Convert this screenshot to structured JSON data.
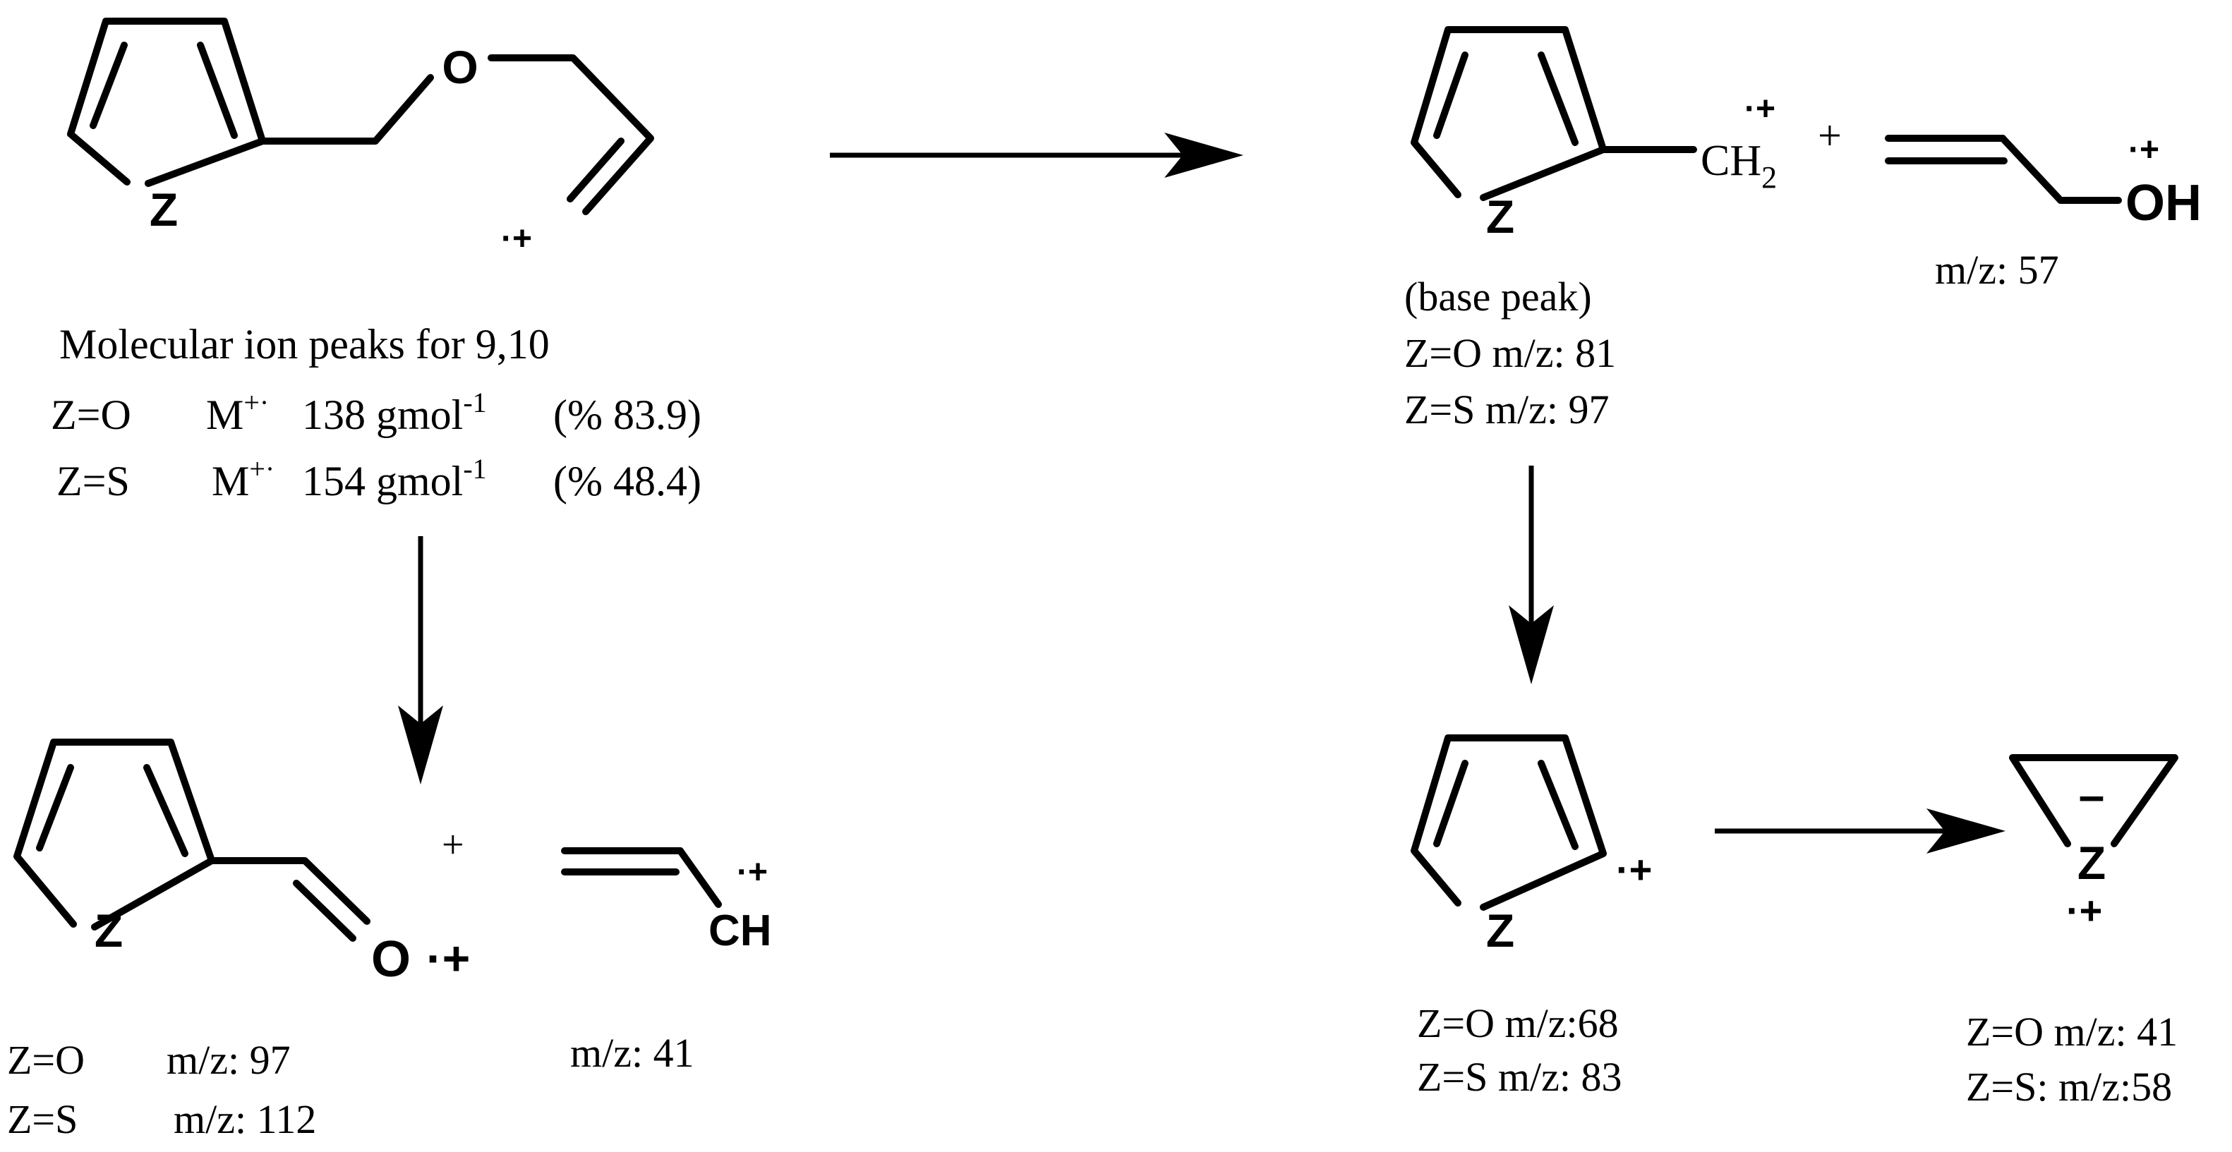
{
  "atoms": {
    "z": "Z",
    "o": "O",
    "oh": "OH",
    "ch2": "CH",
    "ch2_sub": "2",
    "ch": "CH",
    "radical_cation": "·+",
    "dot": "·",
    "plus": "+",
    "minus": "–"
  },
  "molecular_ion": {
    "title": "Molecular ion peaks for 9,10",
    "o_z": "Z=O",
    "o_ion": "M",
    "o_ion_sup": "+·",
    "o_mass": "138 gmol",
    "o_mass_sup": "-1",
    "o_pct": "(%  83.9)",
    "s_z": "Z=S",
    "s_ion": "M",
    "s_ion_sup": "+·",
    "s_mass": "154 gmol",
    "s_mass_sup": "-1",
    "s_pct": "(%  48.4)"
  },
  "furfuryl_cation": {
    "note": "(base peak)",
    "o_line": "Z=O m/z: 81",
    "s_line": "Z=S  m/z: 97"
  },
  "allyl_alcohol_ion": {
    "mz": "m/z: 57"
  },
  "acyl_ion": {
    "o_z": "Z=O",
    "o_mz": "m/z: 97",
    "s_z": "Z=S",
    "s_mz": "m/z: 112"
  },
  "allyl_cation": {
    "mz": "m/z: 41"
  },
  "ring_ion": {
    "o_line": "Z=O m/z:68",
    "s_line": "Z=S m/z: 83"
  },
  "three_ring_ion": {
    "o_line": "Z=O m/z: 41",
    "s_line": "Z=S: m/z:58"
  }
}
